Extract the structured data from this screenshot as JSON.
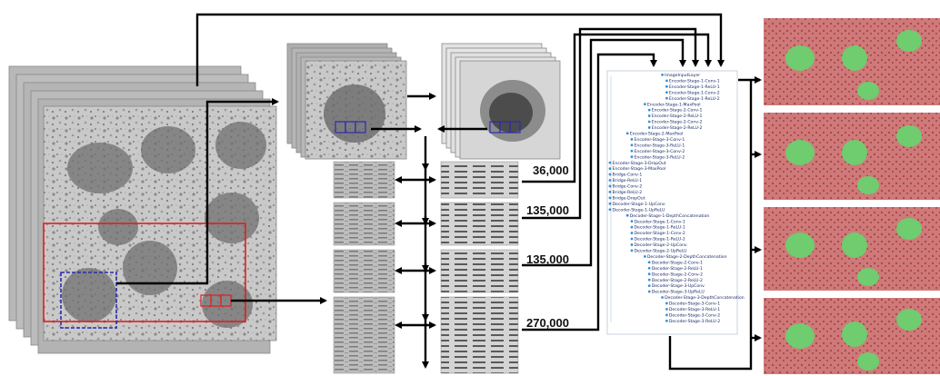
{
  "pipeline": {
    "patch_counts": [
      "36,000",
      "135,000",
      "135,000",
      "270,000"
    ]
  },
  "network_layers": [
    {
      "label": "ImageInputLayer",
      "indent": 12
    },
    {
      "label": "Encoder-Stage-1-Conv-1",
      "indent": 13
    },
    {
      "label": "Encoder-Stage-1-ReLU-1",
      "indent": 13
    },
    {
      "label": "Encoder-Stage-1-Conv-2",
      "indent": 13
    },
    {
      "label": "Encoder-Stage-1-ReLU-2",
      "indent": 13
    },
    {
      "label": "Encoder-Stage-1-MaxPool",
      "indent": 8
    },
    {
      "label": "Encoder-Stage-2-Conv-1",
      "indent": 9
    },
    {
      "label": "Encoder-Stage-2-ReLU-1",
      "indent": 9
    },
    {
      "label": "Encoder-Stage-2-Conv-2",
      "indent": 9
    },
    {
      "label": "Encoder-Stage-2-ReLU-2",
      "indent": 9
    },
    {
      "label": "Encoder-Stage-2-MaxPool",
      "indent": 4
    },
    {
      "label": "Encoder-Stage-3-Conv-1",
      "indent": 5
    },
    {
      "label": "Encoder-Stage-3-ReLU-1",
      "indent": 5
    },
    {
      "label": "Encoder-Stage-3-Conv-2",
      "indent": 5
    },
    {
      "label": "Encoder-Stage-3-ReLU-2",
      "indent": 5
    },
    {
      "label": "Encoder-Stage-3-DropOut",
      "indent": 0
    },
    {
      "label": "Encoder-Stage-3-MaxPool",
      "indent": 0
    },
    {
      "label": "Bridge-Conv-1",
      "indent": 0
    },
    {
      "label": "Bridge-ReLU-1",
      "indent": 0
    },
    {
      "label": "Bridge-Conv-2",
      "indent": 0
    },
    {
      "label": "Bridge-ReLU-2",
      "indent": 0
    },
    {
      "label": "Bridge-DropOut",
      "indent": 0
    },
    {
      "label": "Decoder-Stage-1-UpConv",
      "indent": 0
    },
    {
      "label": "Decoder-Stage-1-UpReLU",
      "indent": 0
    },
    {
      "label": "Decoder-Stage-1-DepthConcatenation",
      "indent": 4
    },
    {
      "label": "Decoder-Stage-1-Conv-1",
      "indent": 5
    },
    {
      "label": "Decoder-Stage-1-ReLU-1",
      "indent": 5
    },
    {
      "label": "Decoder-Stage-1-Conv-2",
      "indent": 5
    },
    {
      "label": "Decoder-Stage-1-ReLU-2",
      "indent": 5
    },
    {
      "label": "Decoder-Stage-2-UpConv",
      "indent": 5
    },
    {
      "label": "Decoder-Stage-2-UpReLU",
      "indent": 5
    },
    {
      "label": "Decoder-Stage-2-DepthConcatenation",
      "indent": 8
    },
    {
      "label": "Decoder-Stage-2-Conv-1",
      "indent": 9
    },
    {
      "label": "Decoder-Stage-2-ReLU-1",
      "indent": 9
    },
    {
      "label": "Decoder-Stage-2-Conv-2",
      "indent": 9
    },
    {
      "label": "Decoder-Stage-2-ReLU-2",
      "indent": 9
    },
    {
      "label": "Decoder-Stage-3-UpConv",
      "indent": 9
    },
    {
      "label": "Decoder-Stage-3-UpReLU",
      "indent": 9
    },
    {
      "label": "Decoder-Stage-3-DepthConcatenation",
      "indent": 12
    },
    {
      "label": "Decoder-Stage-3-Conv-1",
      "indent": 13
    },
    {
      "label": "Decoder-Stage-3-ReLU-1",
      "indent": 13
    },
    {
      "label": "Decoder-Stage-3-Conv-2",
      "indent": 13
    },
    {
      "label": "Decoder-Stage-3-ReLU-2",
      "indent": 13
    }
  ],
  "colors": {
    "roi_box": "#e01f1f",
    "crop_box": "#2b2bb0",
    "arrow": "#000000",
    "layer_node": "#3b8fd4",
    "layer_text": "#1a2a66",
    "cell_fill": "#cf5a5a",
    "nucleus_fill": "#6fcc6f"
  }
}
